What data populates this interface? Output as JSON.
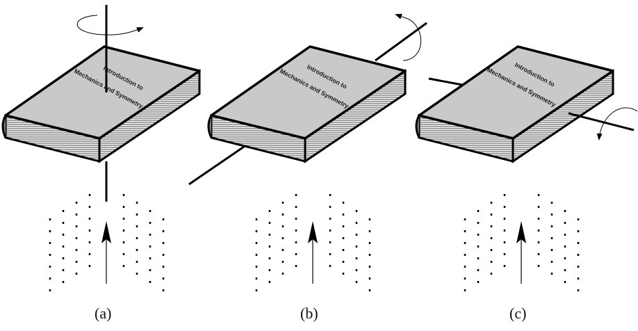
{
  "figure": {
    "panels": [
      {
        "id": "a",
        "label": "(a)",
        "axis": "vertical",
        "book_title_line1": "Introduction to",
        "book_title_line2": "Mechanics and Symmetry"
      },
      {
        "id": "b",
        "label": "(b)",
        "axis": "along-spine",
        "book_title_line1": "Introduction to",
        "book_title_line2": "Mechanics and Symmetry"
      },
      {
        "id": "c",
        "label": "(c)",
        "axis": "across-width",
        "book_title_line1": "Introduction to",
        "book_title_line2": "Mechanics and Symmetry"
      }
    ],
    "colors": {
      "cover": "#c8c9cb",
      "ink": "#000000",
      "pages": "#e6e6e6",
      "spine": "#7a7a7a"
    }
  }
}
